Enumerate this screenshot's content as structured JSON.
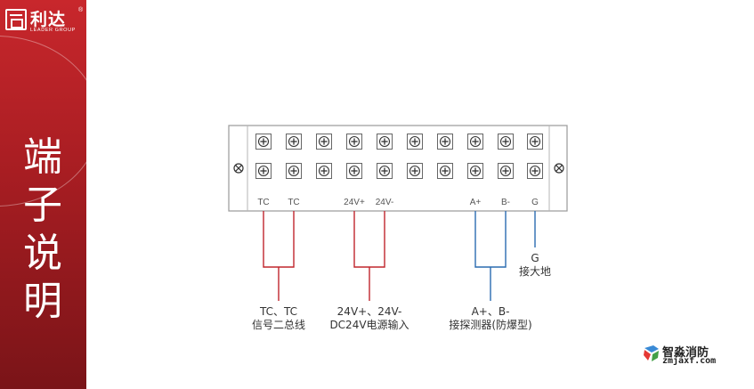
{
  "brand": {
    "name": "利达",
    "reg": "®",
    "sub": "LEADER GROUP"
  },
  "title_chars": [
    "端",
    "子",
    "说",
    "明"
  ],
  "terminals": {
    "labels": [
      "TC",
      "TC",
      "",
      "24V+",
      "24V-",
      "",
      "",
      "A+",
      "B-",
      "G"
    ]
  },
  "groups": [
    {
      "line1": "TC、TC",
      "line2": "信号二总线",
      "color": "#c0262d"
    },
    {
      "line1": "24V+、24V-",
      "line2": "DC24V电源输入",
      "color": "#c0262d"
    },
    {
      "line1": "A+、B-",
      "line2": "接探测器(防爆型)",
      "color": "#2a6bb0"
    },
    {
      "line1": "G",
      "line2": "接大地",
      "color": "#2a6bb0"
    }
  ],
  "watermark": {
    "name": "智淼消防",
    "url": "zmjaxf.com"
  }
}
